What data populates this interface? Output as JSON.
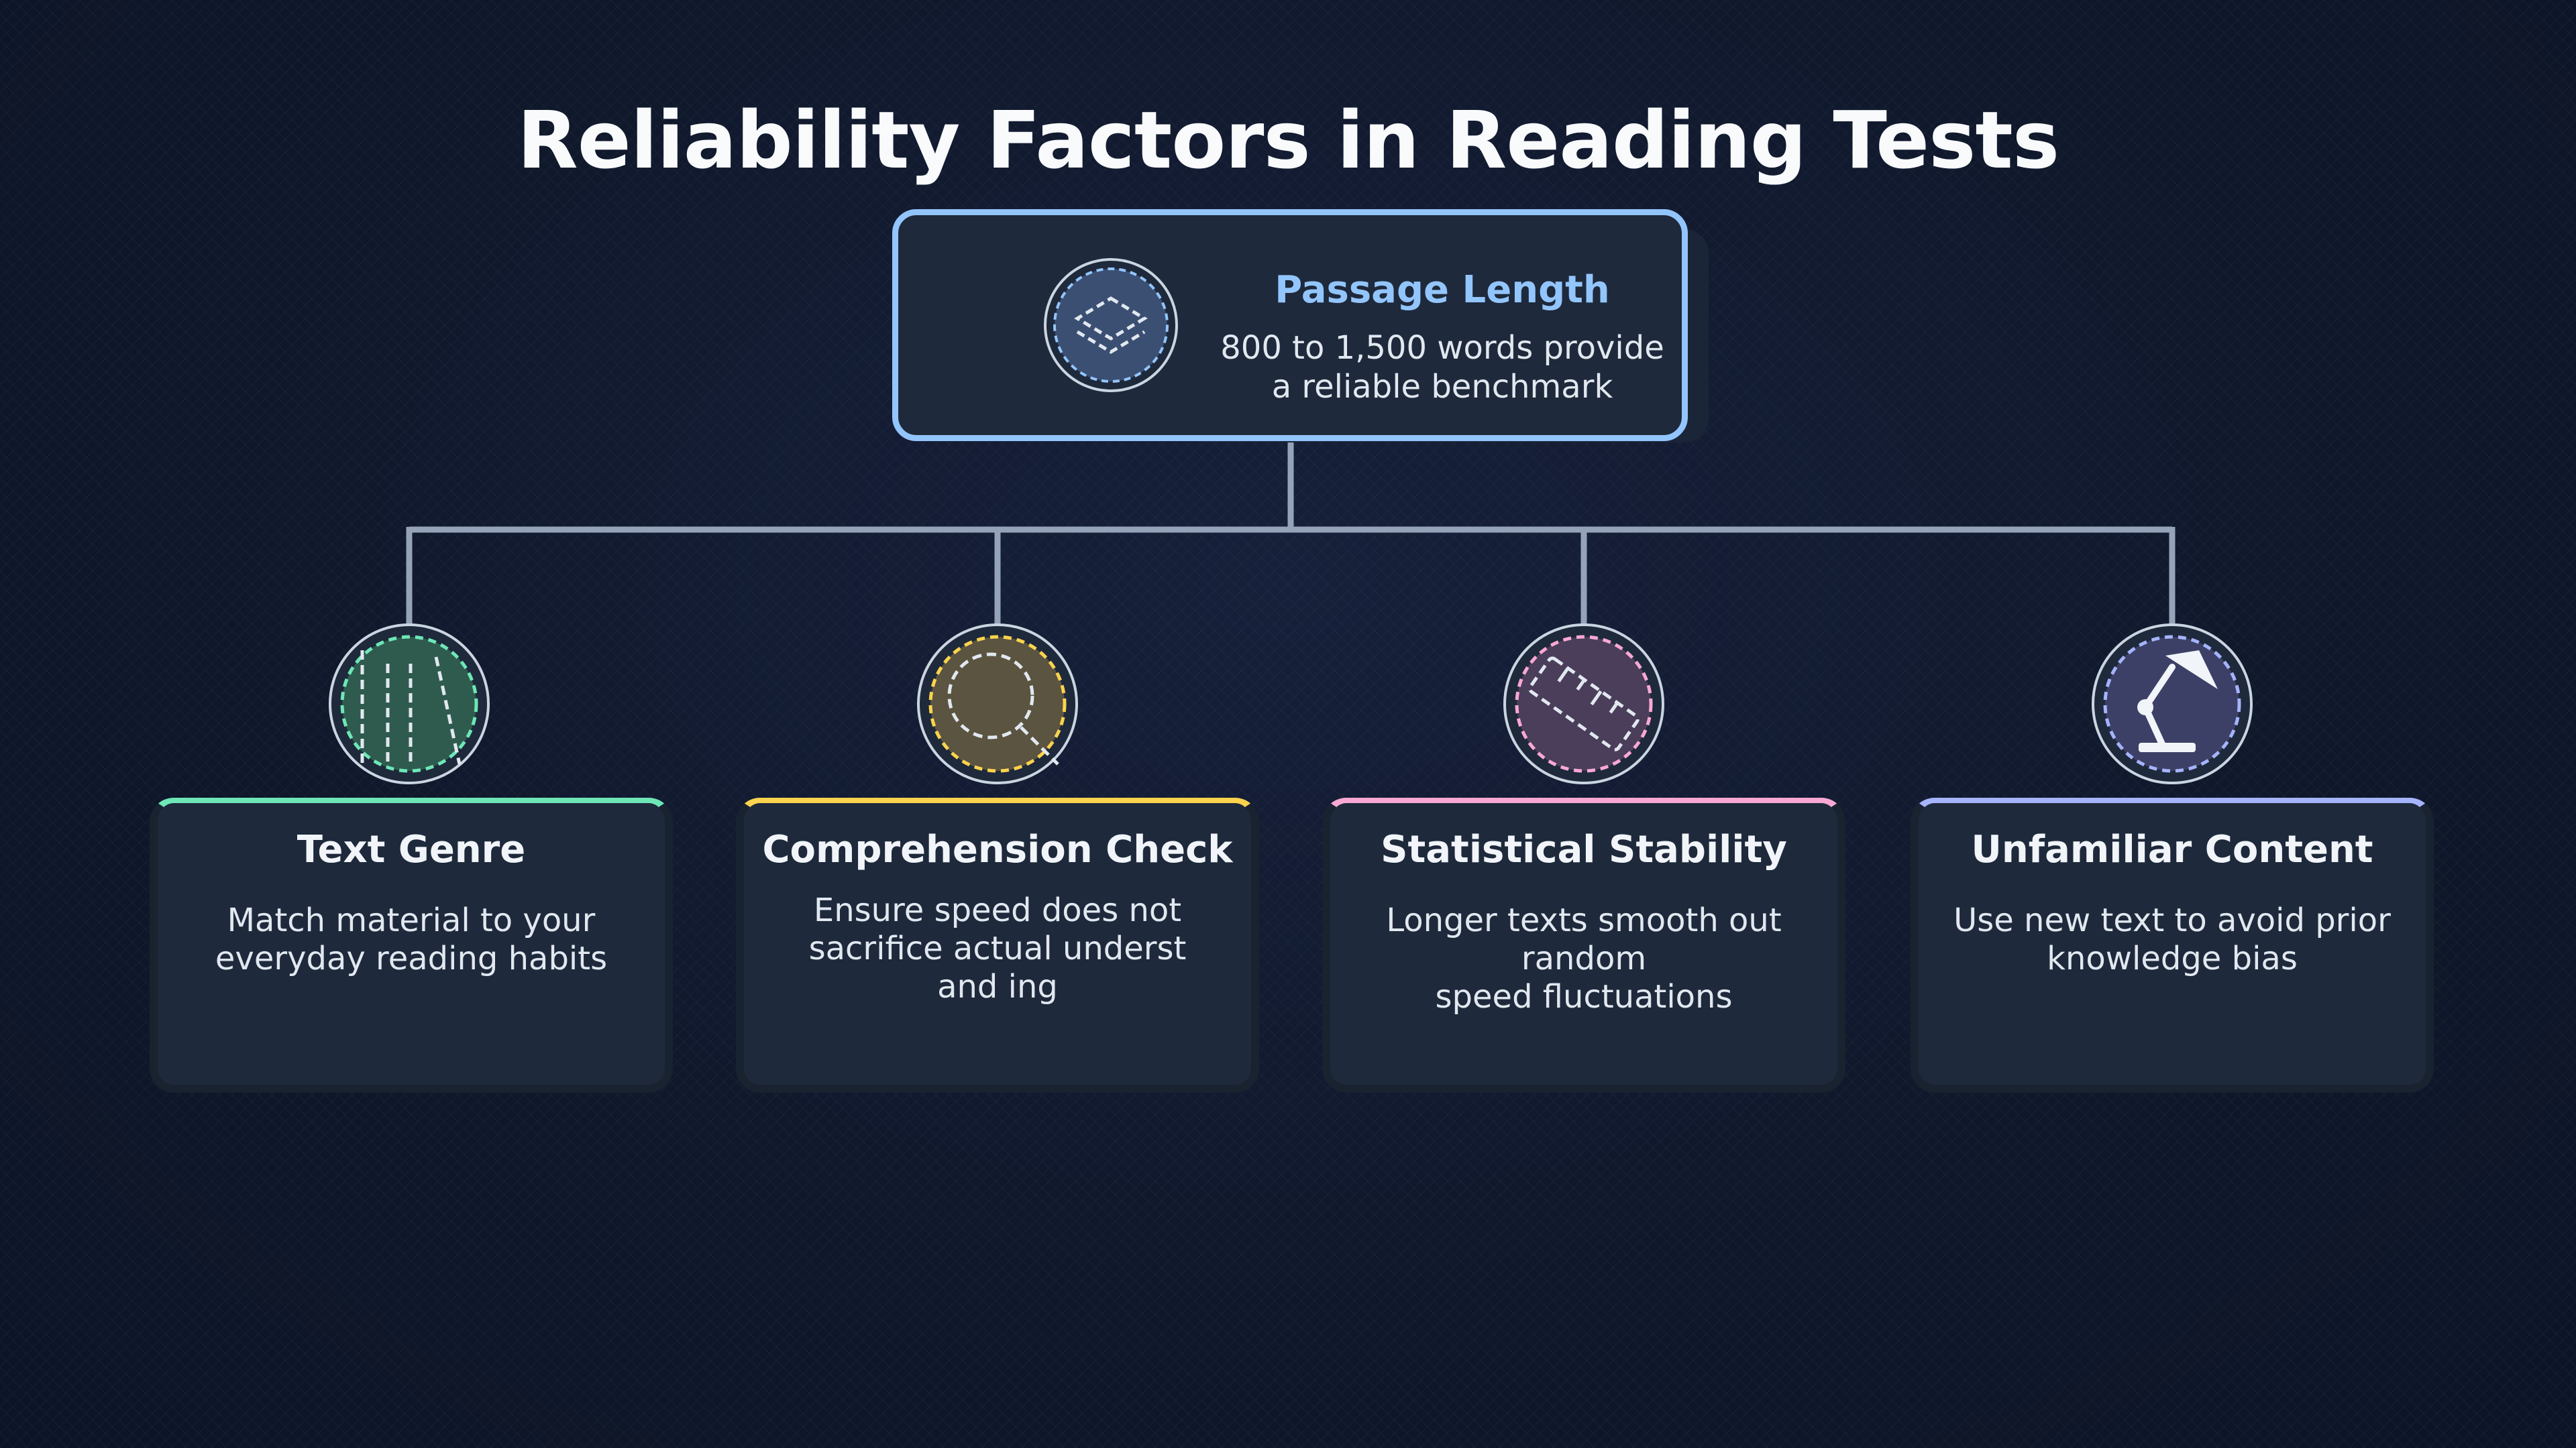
{
  "title": "Reliability Factors in Reading Tests",
  "root": {
    "title": "Passage Length",
    "description_line1": "800 to 1,500 words provide",
    "description_line2": "a reliable benchmark",
    "accent": "#93c5fd",
    "icon": "layers-icon"
  },
  "children": [
    {
      "title": "Text Genre",
      "description_line1": "Match material to your",
      "description_line2": "everyday reading habits",
      "description_line3": "",
      "accent": "#6ee7b7",
      "icon": "books-icon"
    },
    {
      "title": "Comprehension Check",
      "description_line1": "Ensure speed does not",
      "description_line2": "sacrifice actual underst",
      "description_line3": "and ing",
      "accent": "#fcd34d",
      "icon": "magnifier-icon"
    },
    {
      "title": "Statistical Stability",
      "description_line1": "Longer texts smooth out random",
      "description_line2": "speed fluctuations",
      "description_line3": "",
      "accent": "#f9a8d4",
      "icon": "ruler-icon"
    },
    {
      "title": "Unfamiliar Content",
      "description_line1": "Use new text to avoid prior",
      "description_line2": "knowledge bias",
      "description_line3": "",
      "accent": "#a5b4fc",
      "icon": "desk-lamp-icon"
    }
  ]
}
